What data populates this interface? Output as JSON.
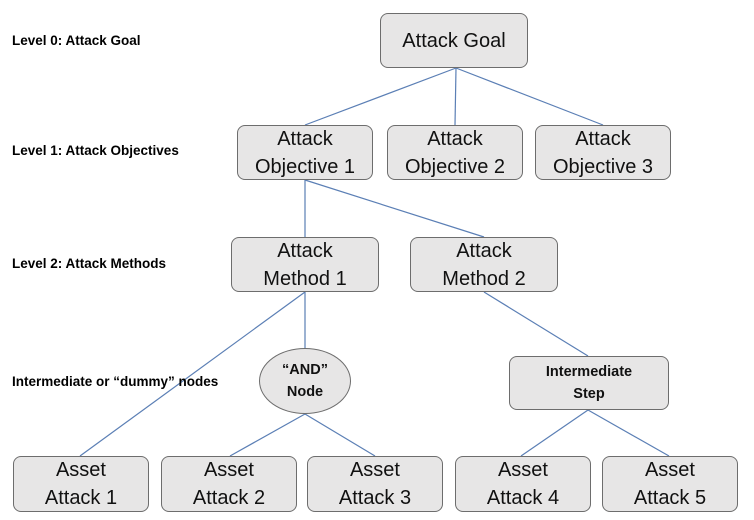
{
  "levels": {
    "level0": "Level 0: Attack Goal",
    "level1": "Level 1: Attack Objectives",
    "level2": "Level 2: Attack Methods",
    "intermediate": "Intermediate or “dummy” nodes"
  },
  "nodes": {
    "goal": "Attack Goal",
    "objective1": "Attack\nObjective 1",
    "objective2": "Attack\nObjective 2",
    "objective3": "Attack\nObjective 3",
    "method1": "Attack\nMethod 1",
    "method2": "Attack\nMethod 2",
    "and_node": "“AND”\nNode",
    "intermediate_step": "Intermediate\nStep",
    "asset1": "Asset\nAttack 1",
    "asset2": "Asset\nAttack 2",
    "asset3": "Asset\nAttack 3",
    "asset4": "Asset\nAttack 4",
    "asset5": "Asset\nAttack 5"
  },
  "colors": {
    "node_fill": "#e7e6e6",
    "node_border": "#6d6d6d",
    "connector": "#5b7fb5"
  }
}
